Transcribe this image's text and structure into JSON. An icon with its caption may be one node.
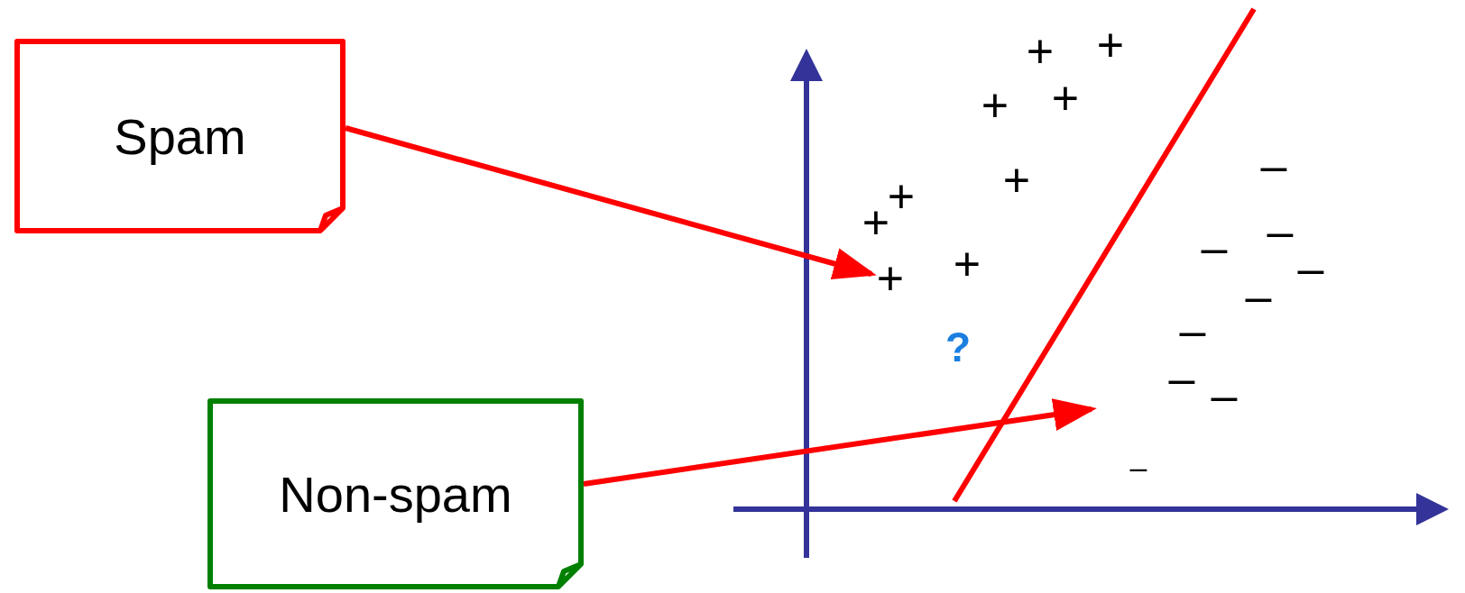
{
  "diagram": {
    "nodes": [
      {
        "text": [
          "Spam"
        ]
      },
      {
        "text": [
          "Non-spam"
        ]
      },
      {
        "text": [
          "+"
        ]
      }
    ],
    "edges": [
      {
        "from": 0,
        "to": 2,
        "arrow": "to"
      },
      {
        "from": 1,
        "to": null,
        "arrow": "to"
      }
    ],
    "labels": [
      "+",
      "+",
      "+",
      "+",
      "–",
      "+",
      "+",
      "+",
      "–",
      "–",
      "+",
      "–",
      "–",
      "–",
      "?",
      "–",
      "–",
      "–"
    ]
  }
}
